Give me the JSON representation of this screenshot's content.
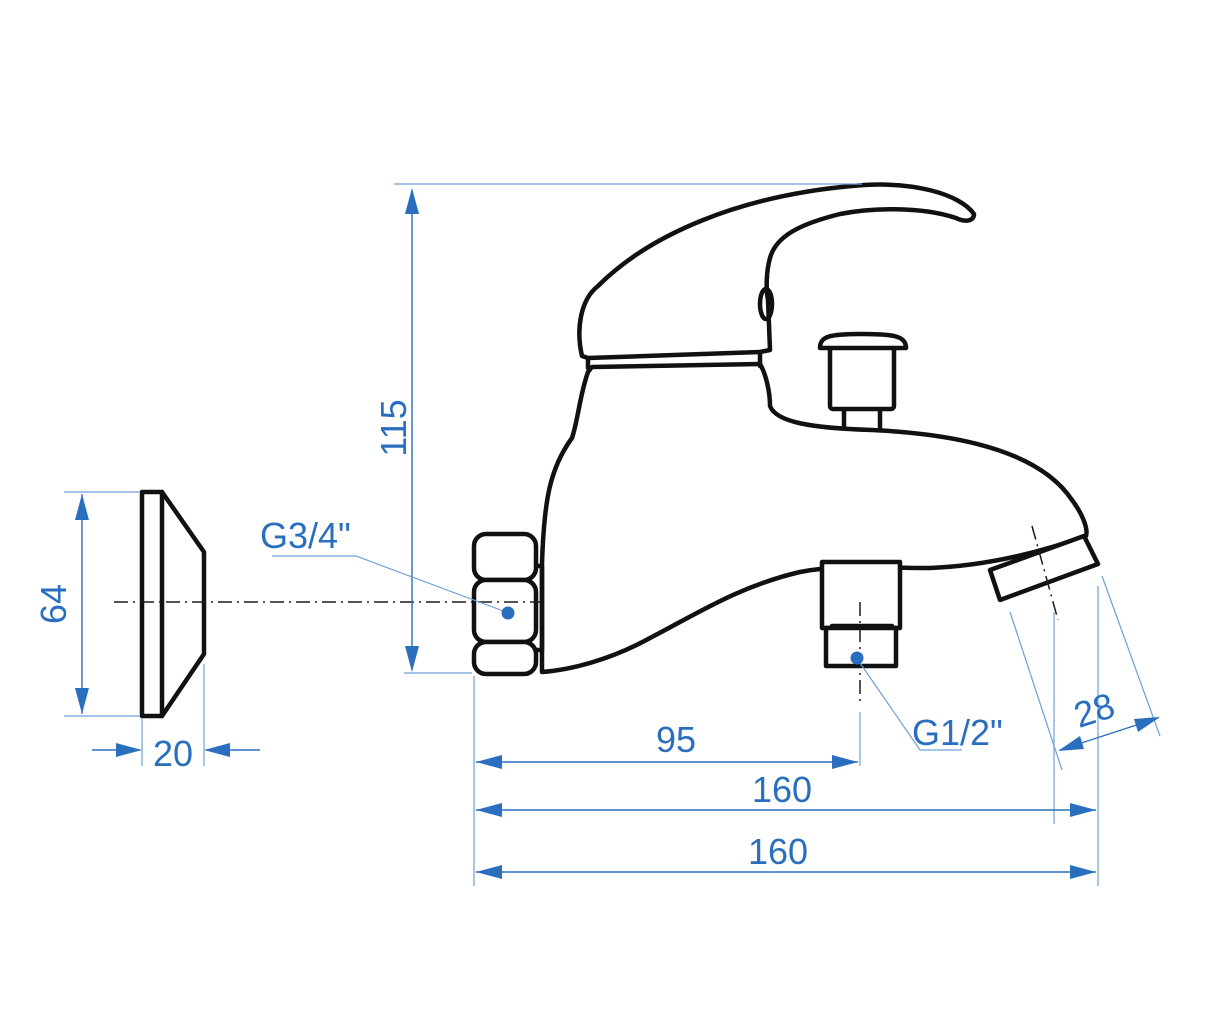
{
  "colors": {
    "accent": "#2a6fbd",
    "outline": "#111111",
    "background": "#ffffff"
  },
  "dimensions": {
    "height_115": "115",
    "flange_height_64": "64",
    "flange_depth_20": "20",
    "outlet_95": "95",
    "length_160_upper": "160",
    "length_160_lower": "160",
    "spout_28": "28"
  },
  "threads": {
    "inlet": "G3/4\"",
    "outlet": "G1/2\""
  }
}
